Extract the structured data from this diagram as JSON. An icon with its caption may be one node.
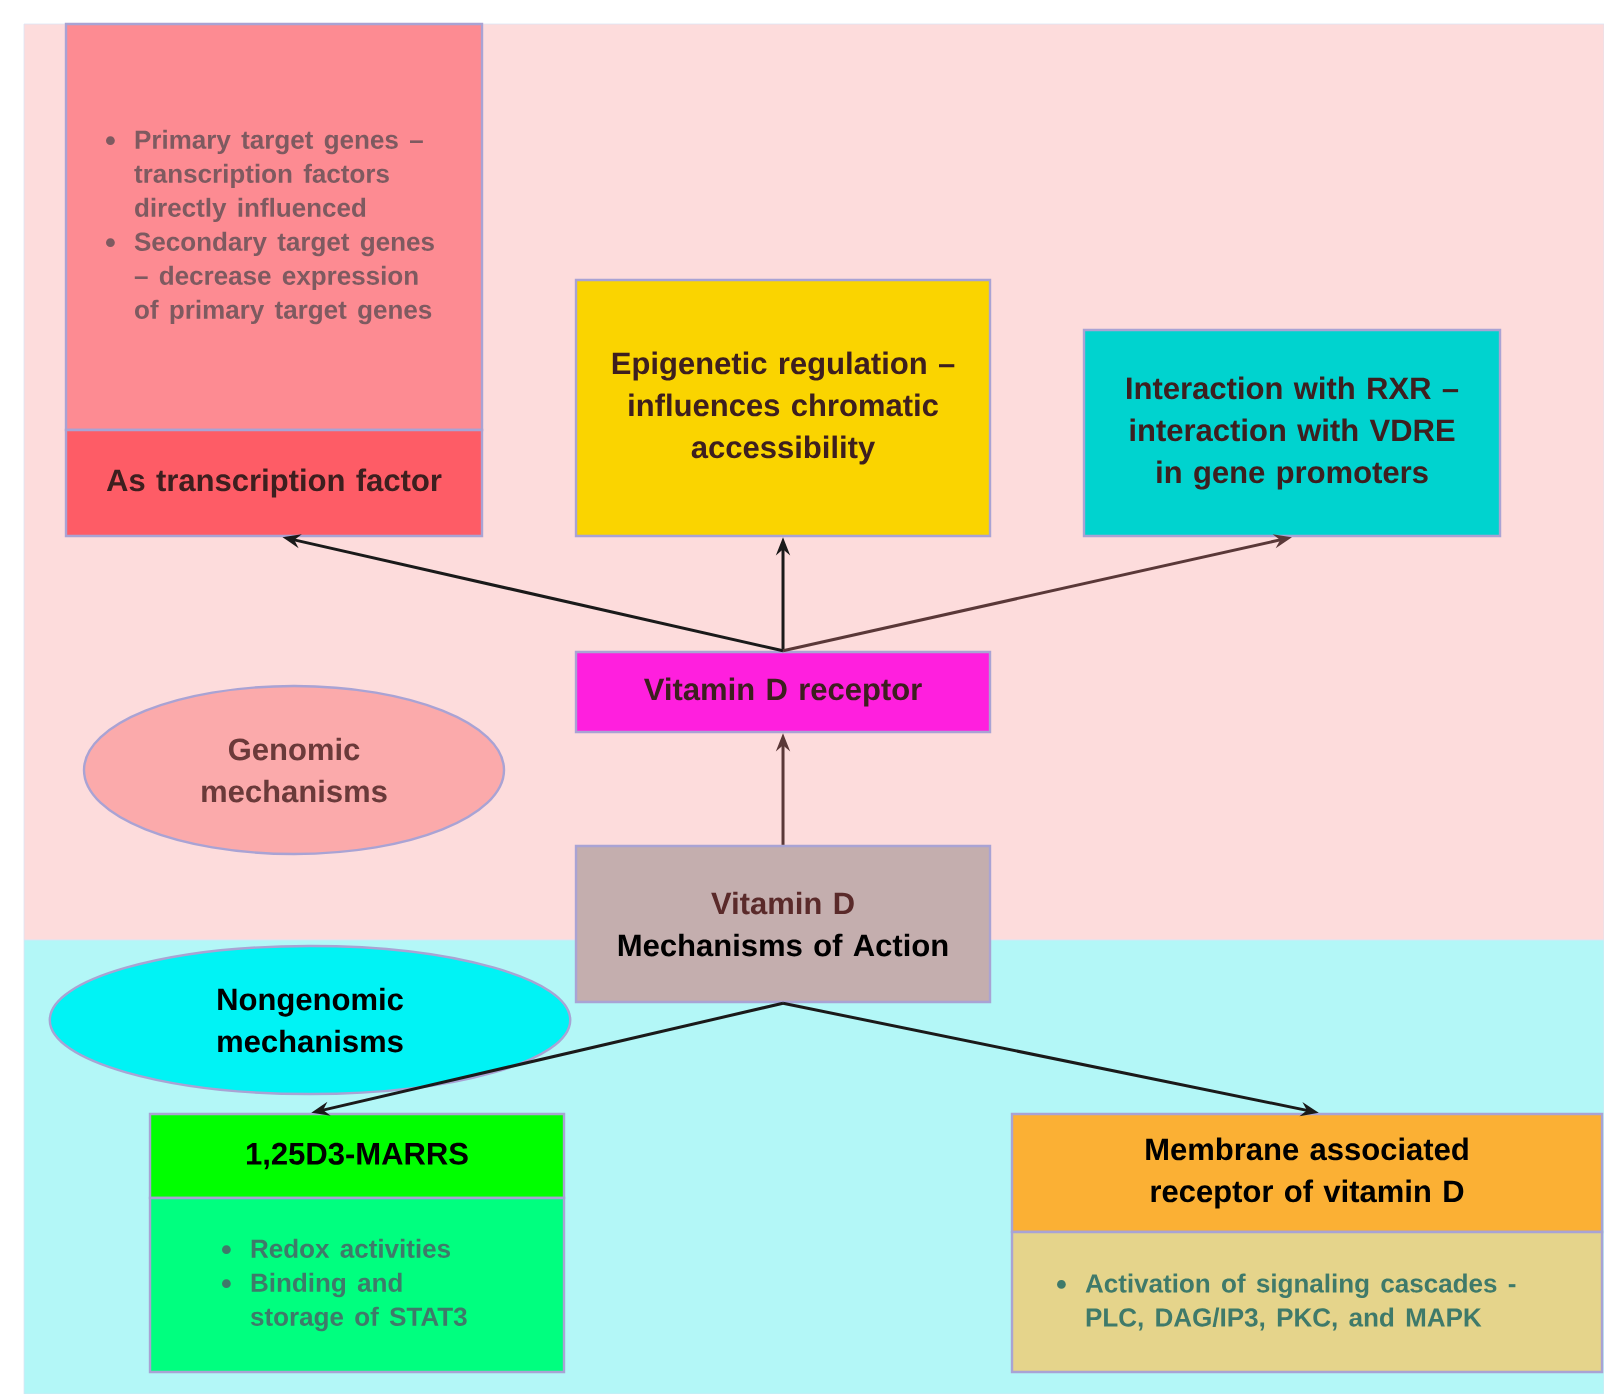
{
  "diagram": {
    "nodes": [
      {
        "text": [
          "Primary target genes – transcription factors directly influenced",
          "Secondary target genes – decrease expression of primary target genes"
        ]
      },
      {
        "text": [
          "As transcription factor"
        ]
      },
      {
        "text": [
          "Epigenetic regulation – influences chromatic accessibility"
        ]
      },
      {
        "text": [
          "Interaction with RXR – interaction with VDRE in gene promoters"
        ]
      },
      {
        "text": [
          "Vitamin D receptor"
        ]
      },
      {
        "text": [
          "Genomic mechanisms"
        ]
      },
      {
        "text": [
          "Vitamin D",
          "Mechanisms of Action"
        ]
      },
      {
        "text": [
          "Nongenomic mechanisms"
        ]
      },
      {
        "text": [
          "1,25D3-MARRS"
        ]
      },
      {
        "text": [
          "Redox activities",
          "Binding and storage of STAT3"
        ]
      },
      {
        "text": [
          "Membrane associated receptor of vitamin D"
        ]
      },
      {
        "text": [
          "Activation of signaling cascades - PLC, DAG/IP3, PKC, and MAPK"
        ]
      }
    ],
    "edges": [
      {
        "from": 4,
        "to": 1,
        "arrow": "to"
      },
      {
        "from": 4,
        "to": 2,
        "arrow": "to"
      },
      {
        "from": 4,
        "to": 3,
        "arrow": "to",
        "color": "#5a3838"
      },
      {
        "from": 6,
        "to": 4,
        "arrow": "to",
        "color": "#5a3838"
      },
      {
        "from": 6,
        "to": 8,
        "arrow": "to"
      },
      {
        "from": 6,
        "to": 10,
        "arrow": "to"
      }
    ]
  }
}
